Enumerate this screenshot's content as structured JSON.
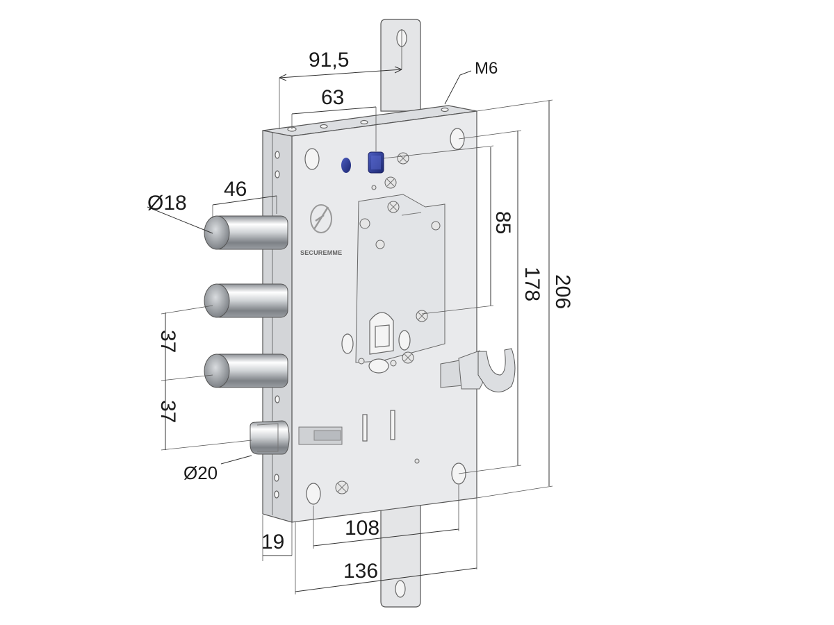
{
  "drawing": {
    "brand_logo_text": "SECUREMME",
    "dimensions": {
      "backset_outer": "91,5",
      "backset_inner": "63",
      "thread": "M6",
      "bolt_diameter": "Ø18",
      "bolt_throw": "46",
      "cylinder_to_key": "85",
      "fixing_height": "178",
      "case_height": "206",
      "bolt_spacing_1": "37",
      "bolt_spacing_2": "37",
      "latch_diameter": "Ø20",
      "faceplate_depth": "19",
      "fixing_width": "108",
      "case_width": "136"
    }
  },
  "colors": {
    "bolt_highlight": "#ffffff",
    "bolt_shadow": "#6f7378",
    "key_hole_blue": "#2b3a8f"
  }
}
